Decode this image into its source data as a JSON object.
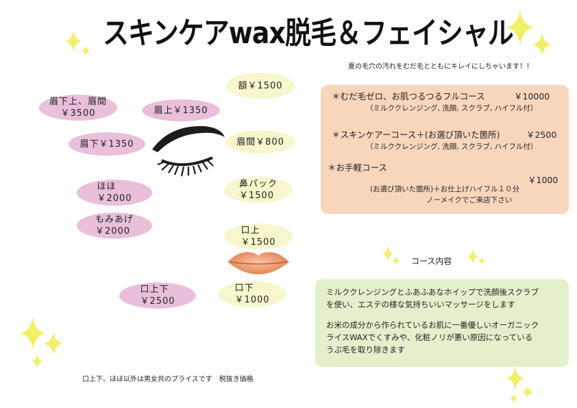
{
  "title": "スキンケアwax脱毛＆フェイシャル",
  "tagline": "夏の毛穴の汚れをむだ毛とともにキレイにしちゃいます！！",
  "prices": {
    "mayu_shita_ue_mayukan": [
      "眉下上、眉間",
      "￥3500"
    ],
    "mayu_ue": [
      "眉上￥1350"
    ],
    "mayu_shita": [
      "眉下￥1350"
    ],
    "hitai": [
      "額￥1500"
    ],
    "mayukan": [
      "眉間￥800"
    ],
    "hoho": [
      "ほほ",
      "￥2000"
    ],
    "momiage": [
      "もみあげ",
      "￥2000"
    ],
    "hana_pack": [
      "鼻パック",
      "￥1500"
    ],
    "kuchi_ue": [
      "口上",
      "￥1500"
    ],
    "kuchi_shita": [
      "口下",
      "￥1000"
    ],
    "kuchi_ue_shita": [
      "口上下",
      "￥2500"
    ]
  },
  "courses": {
    "full": {
      "label": "＊むだ毛ゼロ、お肌つるつるフルコース",
      "price": "￥10000",
      "detail": "（ミルククレンジング, 洗顔, スクラブ, ハイフル付）"
    },
    "skincare": {
      "label": "＊スキンケアーコース＋(お選び頂いた箇所)",
      "price": "￥2500",
      "detail": "（ミルククレンジング, 洗顔, スクラブ, ハイフル付）"
    },
    "casual": {
      "label": "＊お手軽コース",
      "price": "￥1000",
      "detail1": "(お選び頂いた箇所)＋お仕上げハイフル１０分",
      "detail2": "ノーメイクでご来店下さい"
    }
  },
  "course_contents_title": "コース内容",
  "description": {
    "p1_line1": "ミルククレンジングとふあふあなホイップで洗顔後スクラブ",
    "p1_line2": "を使い、エステの様な気持ちいいマッサージをします",
    "p2_line1": "お米の成分から作られているお肌に一番優しいオーガニック",
    "p2_line2": "ライスWAXでくすみや、化粧ノリが悪い原因になっている",
    "p2_line3": "うぶ毛を取り除きます"
  },
  "footnote": "口上下、ほほ以外は男女共のプライスです　税抜き価格",
  "colors": {
    "pink_bubble": "#e9bfd9",
    "yellow_bubble": "#f8f6cc",
    "orange_panel": "#f8d6bc",
    "green_panel": "#e4f0cc",
    "sparkle": "#f2ef6a",
    "lip": "#e88a5c"
  },
  "icons": [
    "eye-illustration",
    "lips-illustration",
    "sparkle-icon"
  ]
}
